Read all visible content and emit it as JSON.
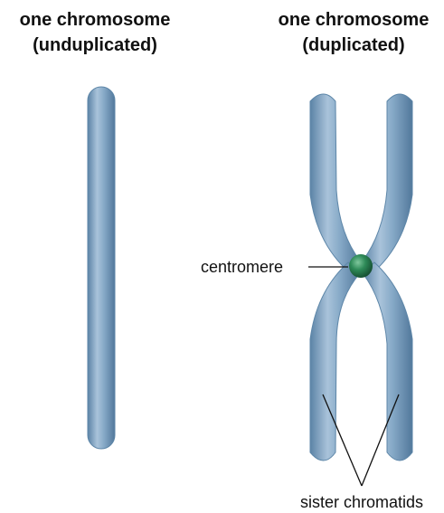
{
  "headings": {
    "unduplicated": {
      "line1": "one chromosome",
      "line2": "(unduplicated)"
    },
    "duplicated": {
      "line1": "one chromosome",
      "line2": "(duplicated)"
    }
  },
  "labels": {
    "centromere": "centromere",
    "sister_chromatids": "sister chromatids"
  },
  "colors": {
    "chromosome_fill": "#7fa3c2",
    "chromosome_highlight": "#b8cfe2",
    "chromosome_shadow": "#557c9d",
    "centromere_fill": "#1f6b45",
    "leader_line": "#111111"
  }
}
